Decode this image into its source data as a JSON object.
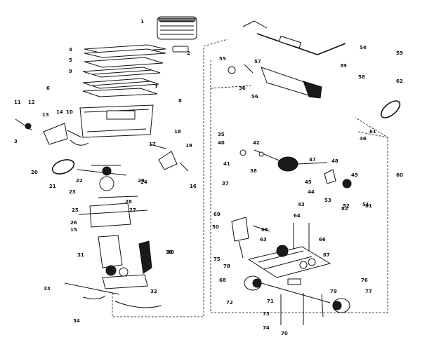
{
  "diagram": {
    "labels": [
      "1",
      "2",
      "3",
      "4",
      "5",
      "6",
      "7",
      "8",
      "9",
      "10",
      "11",
      "12",
      "13",
      "14",
      "15",
      "16",
      "17",
      "18",
      "19",
      "20",
      "21",
      "22",
      "23",
      "24",
      "25",
      "26",
      "27",
      "28",
      "29",
      "30",
      "31",
      "32",
      "33",
      "34",
      "35",
      "36",
      "37",
      "38",
      "39",
      "40",
      "41",
      "42",
      "43",
      "44",
      "45",
      "46",
      "47",
      "48",
      "49",
      "50",
      "51",
      "52",
      "53",
      "54",
      "55",
      "56",
      "57",
      "58",
      "59",
      "60",
      "61",
      "62",
      "63",
      "64",
      "65",
      "66",
      "67",
      "68",
      "69",
      "70",
      "71",
      "72",
      "73",
      "74",
      "75",
      "76",
      "77",
      "78",
      "79",
      "80",
      "81",
      "82"
    ],
    "parts": {
      "filter_bag": "1",
      "cover_panel": "4",
      "belt": "20",
      "motor_assembly": "42",
      "wheel": "72",
      "base_plate": "67",
      "handle_grip": "62",
      "housing_hood": "30",
      "dial_knob": "52",
      "nozzle": "58"
    }
  }
}
